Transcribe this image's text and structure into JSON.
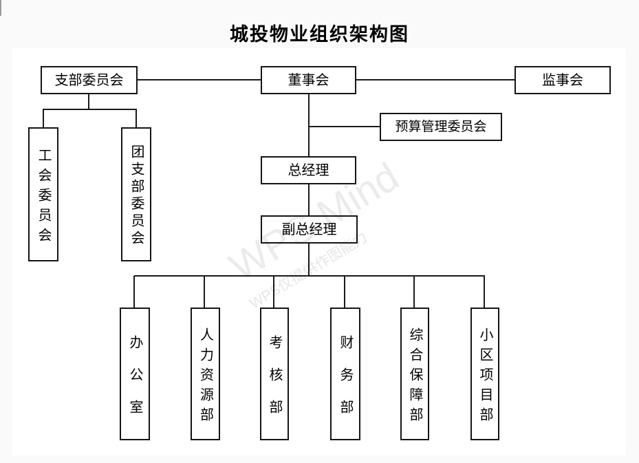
{
  "title": "城投物业组织架构图",
  "watermark": {
    "line1": "WPS Mind",
    "line2": "WPS仅提供作图能力"
  },
  "colors": {
    "line": "#1a1a1a",
    "box_border": "#141414",
    "box_background": "#ffffff",
    "page_background": "#fafafa",
    "watermark_gray": "#e8e8e8"
  },
  "org": {
    "branch_committee": "支部委员会",
    "board_of_directors": "董事会",
    "board_of_supervisors": "监事会",
    "budget_committee": "预算管理委员会",
    "general_manager": "总经理",
    "deputy_general_manager": "副总经理",
    "labor_union_committee": "工会委员会",
    "youth_league_branch_committee": "团支部委员会",
    "general_office": "办公室",
    "hr_department": "人力资源部",
    "assessment_department": "考核部",
    "finance_department": "财务部",
    "support_department": "综合保障部",
    "community_project_department": "小区项目部"
  }
}
